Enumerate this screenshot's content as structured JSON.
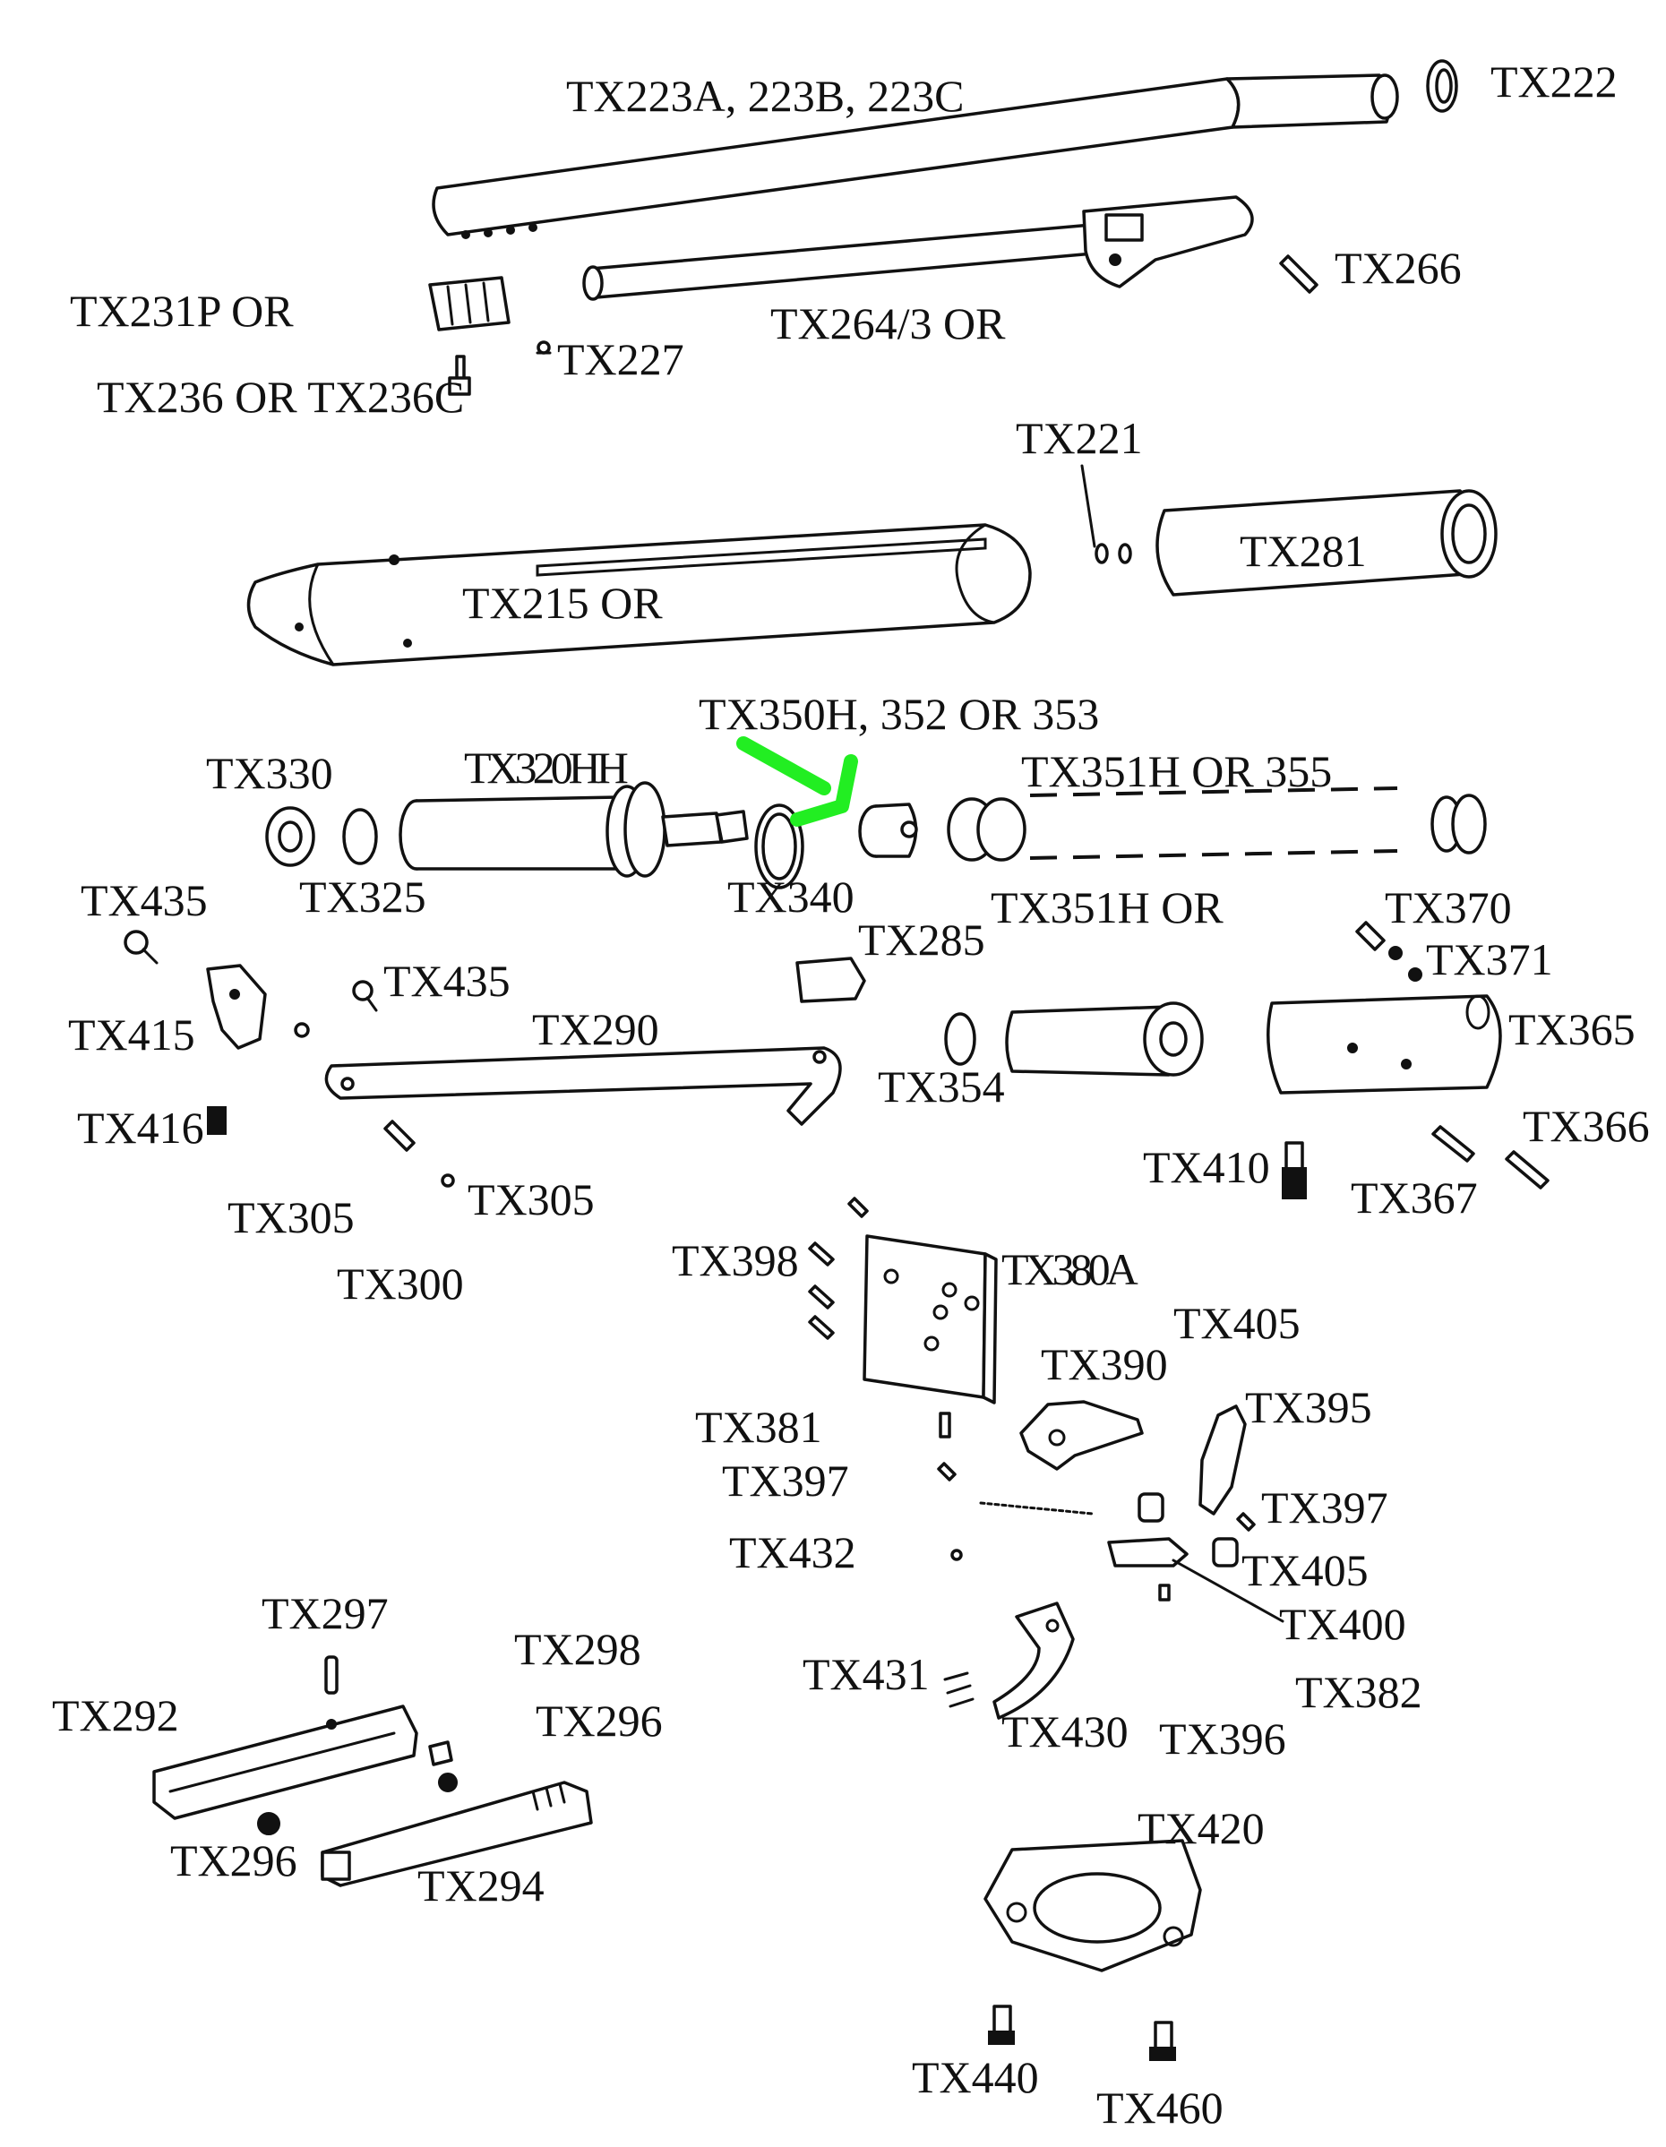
{
  "labels": {
    "tx223": "TX223A, 223B, 223C",
    "tx222": "TX222",
    "tx266": "TX266",
    "tx231p": "TX231P OR",
    "tx264": "TX264/3 OR",
    "tx227": "TX227",
    "tx236": "TX236 OR TX236C",
    "tx221": "TX221",
    "tx281": "TX281",
    "tx215": "TX215 OR",
    "tx350": "TX350H, 352 OR 353",
    "tx330": "TX330",
    "tx320": "TX320HH",
    "tx351a": "TX351H OR 355",
    "tx435a": "TX435",
    "tx325": "TX325",
    "tx340": "TX340",
    "tx351b": "TX351H OR",
    "tx370": "TX370",
    "tx285": "TX285",
    "tx371": "TX371",
    "tx435b": "TX435",
    "tx415": "TX415",
    "tx290": "TX290",
    "tx365": "TX365",
    "tx354": "TX354",
    "tx416": "TX416",
    "tx366": "TX366",
    "tx410": "TX410",
    "tx305a": "TX305",
    "tx367": "TX367",
    "tx305b": "TX305",
    "tx398": "TX398",
    "tx380a": "TX380A",
    "tx300": "TX300",
    "tx405a": "TX405",
    "tx390": "TX390",
    "tx395": "TX395",
    "tx381": "TX381",
    "tx397a": "TX397",
    "tx397b": "TX397",
    "tx432": "TX432",
    "tx405b": "TX405",
    "tx400": "TX400",
    "tx297": "TX297",
    "tx298": "TX298",
    "tx431": "TX431",
    "tx382": "TX382",
    "tx292": "TX292",
    "tx296a": "TX296",
    "tx430": "TX430",
    "tx396": "TX396",
    "tx296b": "TX296",
    "tx294": "TX294",
    "tx420": "TX420",
    "tx440": "TX440",
    "tx460": "TX460"
  },
  "colors": {
    "ink": "#111111",
    "background": "#ffffff",
    "highlight_arrow": "#22ee22"
  },
  "highlight": {
    "target": "TX350H, 352 OR 353",
    "icon": "green-arrow-icon"
  }
}
